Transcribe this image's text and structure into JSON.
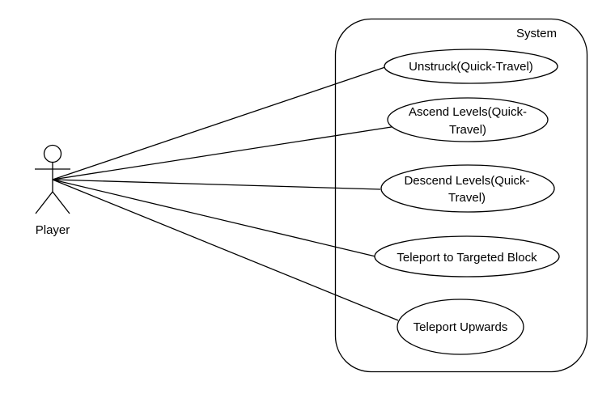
{
  "system": {
    "label": "System"
  },
  "actor": {
    "label": "Player"
  },
  "use_cases": [
    {
      "lines": [
        "Unstruck(Quick-Travel)"
      ]
    },
    {
      "lines": [
        "Ascend Levels(Quick-",
        "Travel)"
      ]
    },
    {
      "lines": [
        "Descend Levels(Quick-",
        "Travel)"
      ]
    },
    {
      "lines": [
        "Teleport to Targeted Block"
      ]
    },
    {
      "lines": [
        "Teleport Upwards"
      ]
    }
  ],
  "associations": [
    {
      "actor": "Player",
      "use_case": 0
    },
    {
      "actor": "Player",
      "use_case": 1
    },
    {
      "actor": "Player",
      "use_case": 2
    },
    {
      "actor": "Player",
      "use_case": 3
    },
    {
      "actor": "Player",
      "use_case": 4
    }
  ],
  "colors": {
    "stroke": "#000000",
    "fill": "#ffffff"
  }
}
